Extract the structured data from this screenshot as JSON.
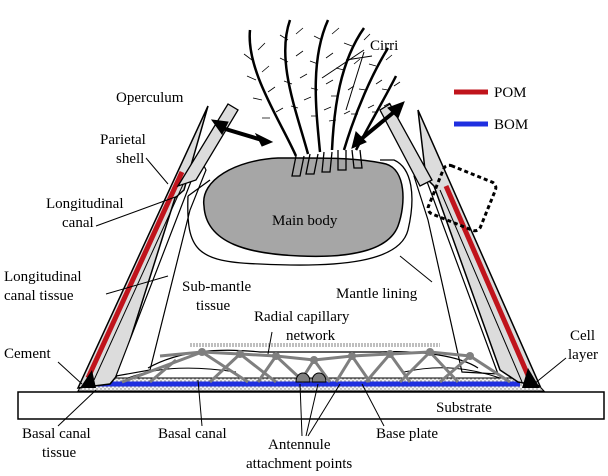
{
  "labels": {
    "cirri": "Cirri",
    "operculum": "Operculum",
    "parietal_shell_1": "Parietal",
    "parietal_shell_2": "shell",
    "longitudinal_canal_1": "Longitudinal",
    "longitudinal_canal_2": "canal",
    "longitudinal_canal_tissue_1": "Longitudinal",
    "longitudinal_canal_tissue_2": "canal tissue",
    "cement": "Cement",
    "main_body": "Main body",
    "mantle_lining": "Mantle lining",
    "sub_mantle_tissue_1": "Sub-mantle",
    "sub_mantle_tissue_2": "tissue",
    "radial_capillary_network_1": "Radial capillary",
    "radial_capillary_network_2": "network",
    "cell_layer_1": "Cell",
    "cell_layer_2": "layer",
    "substrate": "Substrate",
    "basal_canal_tissue_1": "Basal canal",
    "basal_canal_tissue_2": "tissue",
    "basal_canal": "Basal canal",
    "antennule_1": "Antennule",
    "antennule_2": "attachment points",
    "base_plate": "Base plate"
  },
  "legend": [
    {
      "label": "POM",
      "color": "#c0141c"
    },
    {
      "label": "BOM",
      "color": "#1f2fe0"
    }
  ],
  "colors": {
    "shell_fill": "#dcdcdc",
    "body_fill": "#a6a6a6",
    "cement_fill": "#e8e8e8",
    "capillary": "#7f7f7f",
    "pom": "#c0141c",
    "bom": "#1f2fe0"
  }
}
